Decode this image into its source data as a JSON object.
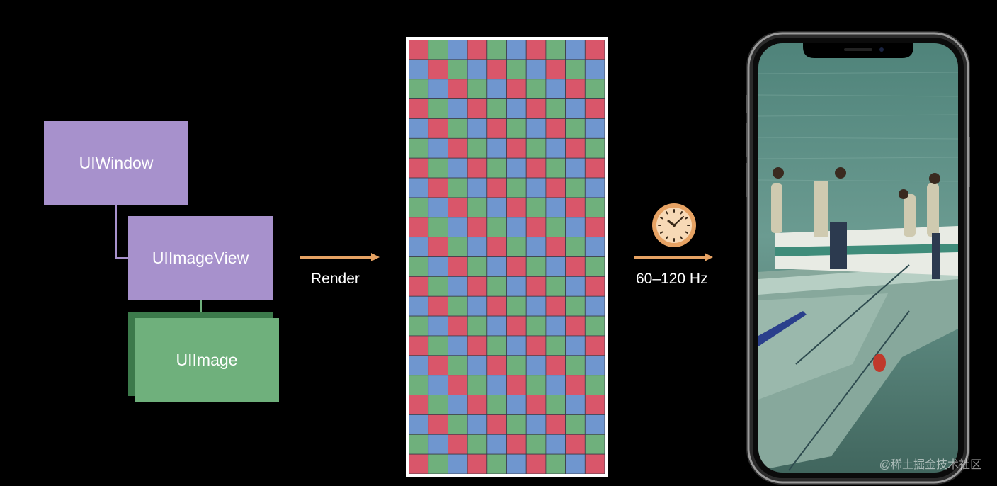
{
  "hierarchy": {
    "window_label": "UIWindow",
    "image_view_label": "UIImageView",
    "image_label": "UIImage"
  },
  "steps": {
    "render_label": "Render",
    "refresh_label": "60–120 Hz"
  },
  "pixel_buffer": {
    "rows": 22,
    "cols": 10,
    "colors": [
      "#d9566a",
      "#6fb07c",
      "#6f96cf"
    ]
  },
  "icons": {
    "clock": "clock-icon",
    "device": "iphone-icon"
  },
  "watermark": "@稀土掘金技术社区"
}
